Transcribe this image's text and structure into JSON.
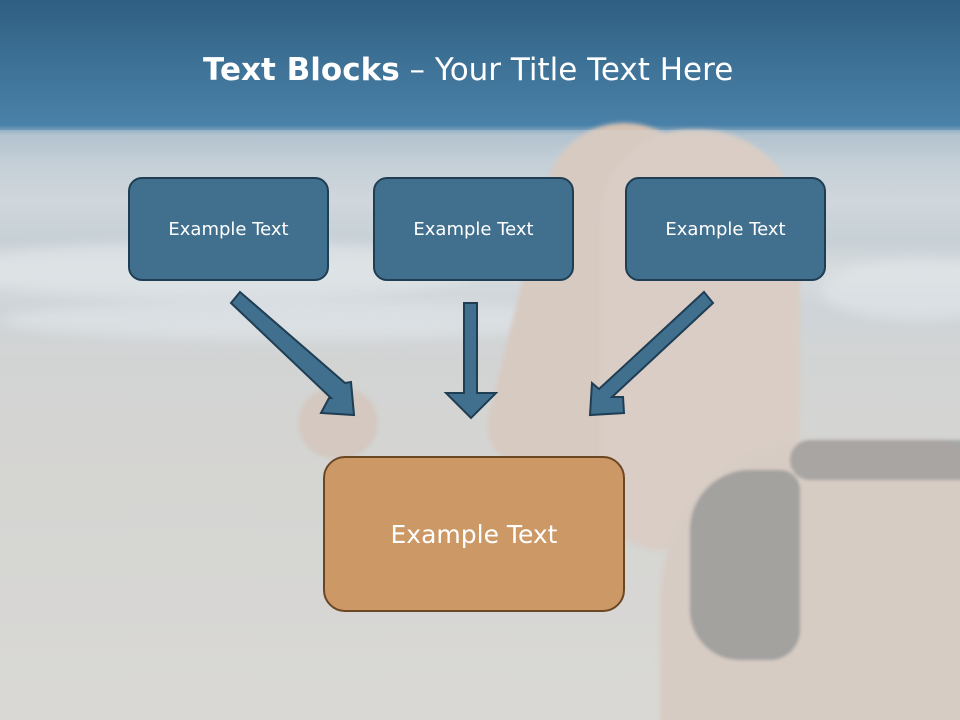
{
  "slide": {
    "title_bold": "Text Blocks",
    "title_dash": " – ",
    "title_rest": "Your Title Text Here"
  },
  "boxes": [
    {
      "label": "Example Text"
    },
    {
      "label": "Example Text"
    },
    {
      "label": "Example Text"
    }
  ],
  "target": {
    "label": "Example Text"
  },
  "colors": {
    "header": "#3a6e94",
    "box_fill": "#41708f",
    "box_border": "#1f3e54",
    "target_fill": "#cc9866",
    "target_border": "#6b4724",
    "arrow_fill": "#41708f"
  }
}
